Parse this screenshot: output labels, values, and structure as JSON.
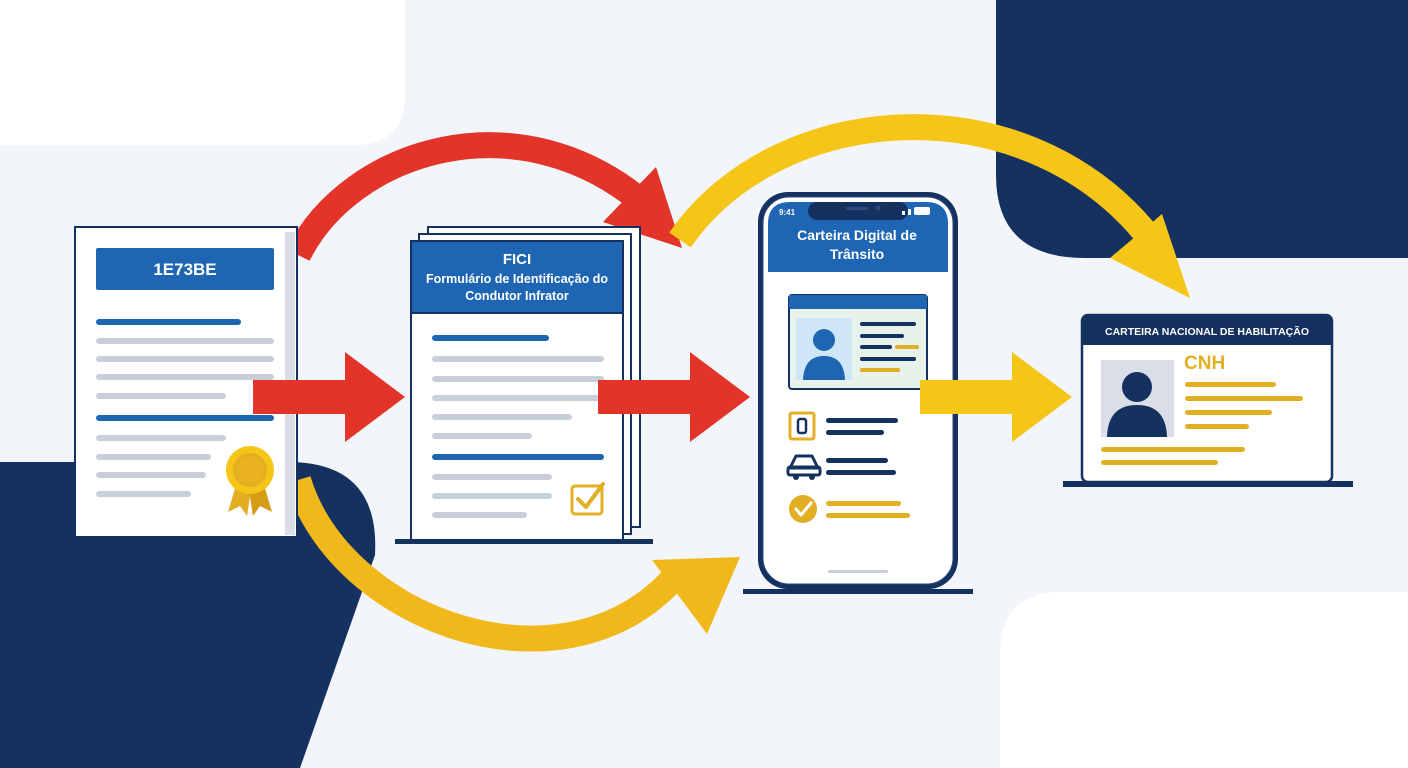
{
  "colors": {
    "navy": "#15315f",
    "blue": "#1e66b3",
    "red": "#e3342a",
    "yellow": "#f5c518",
    "gold": "#e2ae24",
    "background": "#f2f5fa"
  },
  "document_1": {
    "number": "1E73BE",
    "seal_icon": "award-seal-icon"
  },
  "fici_form": {
    "title": "FICI",
    "subtitle": "Formulário de Identificação do Condutor Infrator",
    "check_icon": "checkbox-checked-icon"
  },
  "phone_app": {
    "status_time": "9:41",
    "title": "Carteira Digital de Trânsito",
    "icons": [
      "driver-license-icon",
      "document-icon",
      "car-icon",
      "check-circle-icon"
    ]
  },
  "cnh_card": {
    "header": "CARTEIRA NACIONAL DE HABILITAÇÃO",
    "label": "CNH",
    "photo_icon": "person-silhouette-icon"
  },
  "arrows": [
    {
      "from": "document_1",
      "to": "fici_form",
      "color": "red",
      "style": "straight"
    },
    {
      "from": "document_1",
      "to": "fici_form",
      "color": "red",
      "style": "curved-over"
    },
    {
      "from": "document_1",
      "to": "phone_app",
      "color": "gold",
      "style": "curved-under"
    },
    {
      "from": "fici_form",
      "to": "phone_app",
      "color": "red",
      "style": "straight"
    },
    {
      "from": "phone_app",
      "to": "cnh_card",
      "color": "yellow",
      "style": "straight"
    },
    {
      "from": "phone_app",
      "to": "cnh_card",
      "color": "yellow",
      "style": "curved-over"
    }
  ]
}
